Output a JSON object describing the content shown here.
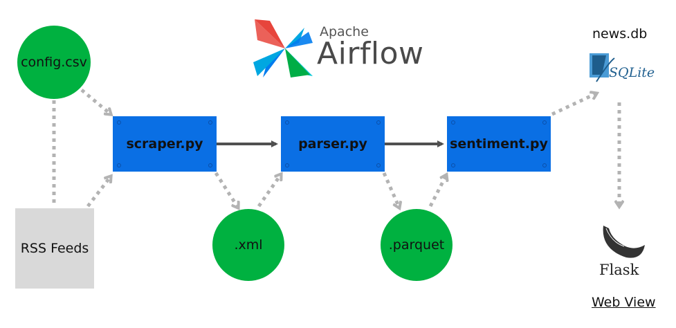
{
  "logos": {
    "airflow": {
      "apache": "Apache",
      "name": "Airflow"
    },
    "sqlite": {
      "text": "SQLite"
    },
    "flask": {
      "text": "Flask"
    }
  },
  "nodes": {
    "config": "config.csv",
    "rss": "RSS Feeds",
    "scraper": "scraper.py",
    "parser": "parser.py",
    "sentiment": "sentiment.py",
    "xml": ".xml",
    "parquet": ".parquet",
    "newsdb": "news.db",
    "webview": "Web View"
  },
  "colors": {
    "circle": "#00b140",
    "task": "#0a6fe4",
    "source": "#d9d9d9",
    "solid_arrow": "#505050",
    "dotted_arrow": "#b3b3b3"
  }
}
